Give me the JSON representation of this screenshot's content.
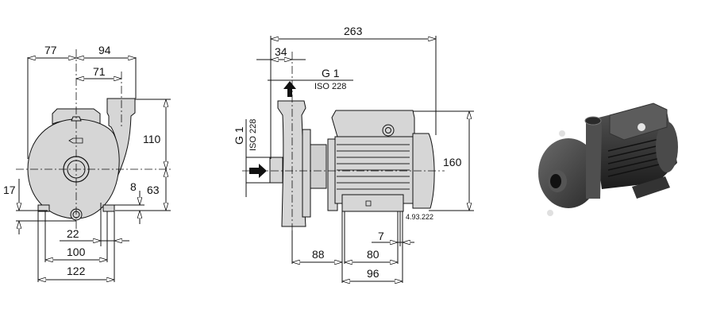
{
  "drawing": {
    "code": "4.93.222",
    "front_view": {
      "dimensions": {
        "left_width": "77",
        "right_width": "94",
        "outlet_offset": "71",
        "outlet_height": "110",
        "base_height": "63",
        "foot_height": "8",
        "drain_height": "17",
        "foot_width": "22",
        "foot_spacing": "100",
        "base_width": "122"
      }
    },
    "side_view": {
      "dimensions": {
        "overall_length": "263",
        "outlet_offset": "34",
        "height": "160",
        "foot_to_inlet": "88",
        "foot_spacing": "80",
        "base_length": "96",
        "foot_slot": "7"
      },
      "outlet_thread": {
        "label": "G 1",
        "standard": "ISO 228"
      },
      "inlet_thread": {
        "label": "G 1",
        "standard": "ISO 228"
      }
    },
    "photo": {
      "alt": "centrifugal-pump-photo"
    }
  }
}
